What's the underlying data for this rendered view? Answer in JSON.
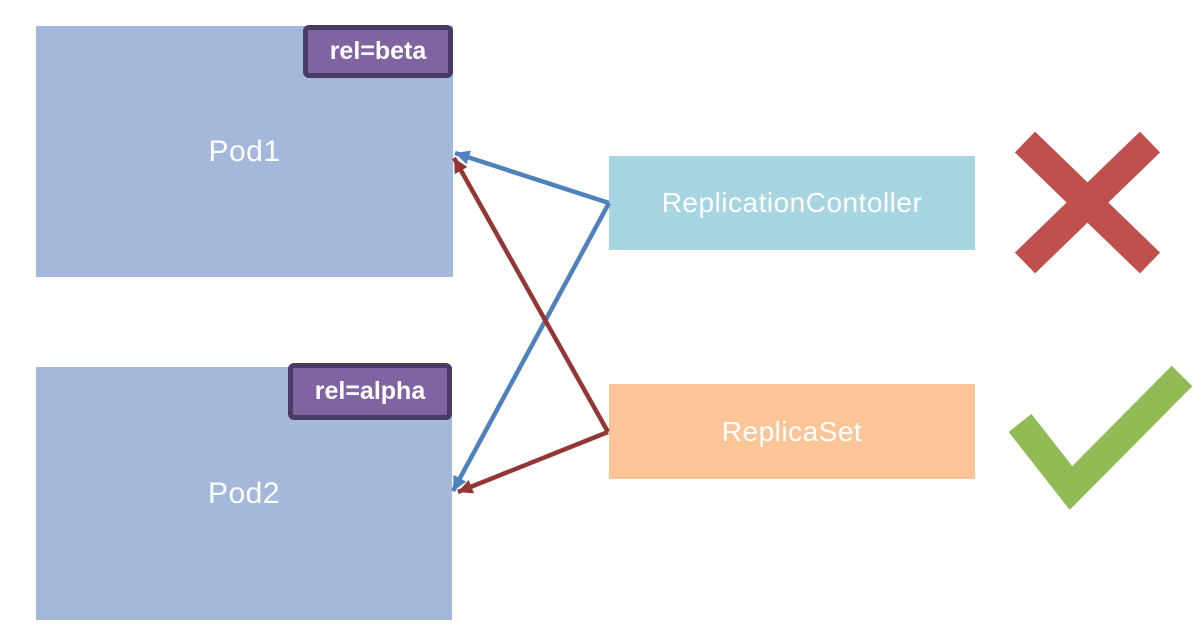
{
  "diagram": {
    "pods": [
      {
        "label": "Pod1",
        "badge": "rel=beta"
      },
      {
        "label": "Pod2",
        "badge": "rel=alpha"
      }
    ],
    "controllers": [
      {
        "label": "ReplicationContoller",
        "verdict": "rejected",
        "verdict_icon": "x-mark"
      },
      {
        "label": "ReplicaSet",
        "verdict": "accepted",
        "verdict_icon": "check-mark"
      }
    ],
    "colors": {
      "pod_fill": "#a3b8da",
      "pod_text": "#ffffff",
      "badge_fill": "#8064a2",
      "badge_border": "#4a3a66",
      "badge_text": "#ffffff",
      "replication_controller_fill": "#a8d5e2",
      "replica_set_fill": "#fbc598",
      "controller_text": "#ffffff",
      "arrow_blue": "#4f81bd",
      "arrow_dark_red": "#943634",
      "x_mark": "#c0504d",
      "check_mark": "#91bb55"
    }
  }
}
